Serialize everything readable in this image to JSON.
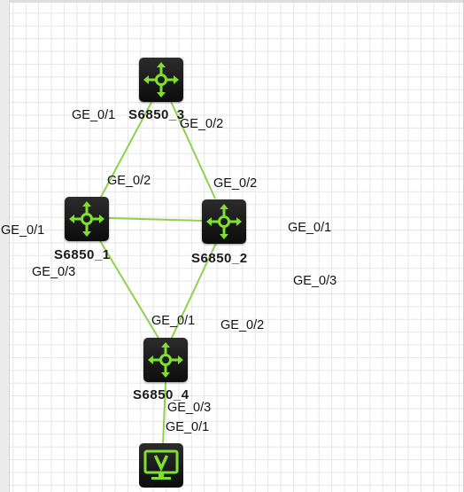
{
  "colors": {
    "link": "#8ed14b",
    "icon_accent": "#7fe030",
    "icon_bg": "#1a1a1a"
  },
  "devices": {
    "s3": {
      "name": "S6850_3",
      "icon": "router-icon"
    },
    "s1": {
      "name": "S6850_1",
      "icon": "router-icon"
    },
    "s2": {
      "name": "S6850_2",
      "icon": "router-icon"
    },
    "s4": {
      "name": "S6850_4",
      "icon": "router-icon"
    },
    "host": {
      "icon": "terminal-v-icon"
    }
  },
  "ports": {
    "s3_ge01": "GE_0/1",
    "s3_ge02": "GE_0/2",
    "s1_ge02": "GE_0/2",
    "s2_ge02": "GE_0/2",
    "s1_ge01": "GE_0/1",
    "s1_ge03": "GE_0/3",
    "s2_ge01": "GE_0/1",
    "s2_ge03": "GE_0/3",
    "s4_ge01": "GE_0/1",
    "s4_ge02": "GE_0/2",
    "s4_ge03": "GE_0/3",
    "host_ge01": "GE_0/1"
  }
}
